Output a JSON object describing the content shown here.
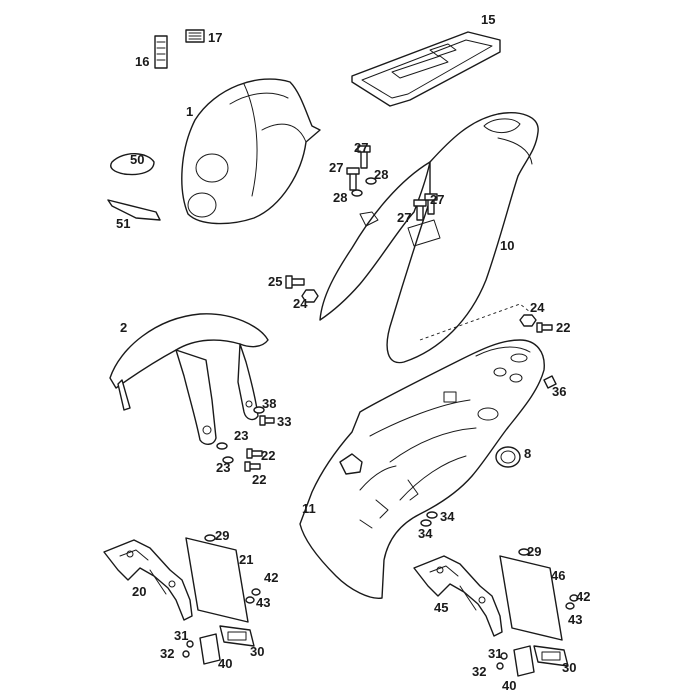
{
  "diagram": {
    "callouts": {
      "n15": "15",
      "n16": "16",
      "n17": "17",
      "n1": "1",
      "n50": "50",
      "n51": "51",
      "n27a": "27",
      "n27b": "27",
      "n28a": "28",
      "n28b": "28",
      "n27c": "27",
      "n27d": "27",
      "n10": "10",
      "n25": "25",
      "n24a": "24",
      "n2": "2",
      "n24b": "24",
      "n22a": "22",
      "n36": "36",
      "n38": "38",
      "n33": "33",
      "n23a": "23",
      "n23b": "23",
      "n22b": "22",
      "n22c": "22",
      "n8": "8",
      "n11": "11",
      "n34a": "34",
      "n34b": "34",
      "n29a": "29",
      "n21": "21",
      "n20": "20",
      "n42a": "42",
      "n43a": "43",
      "n31a": "31",
      "n32a": "32",
      "n30a": "30",
      "n40a": "40",
      "n29b": "29",
      "n46": "46",
      "n45": "45",
      "n42b": "42",
      "n43b": "43",
      "n31b": "31",
      "n32b": "32",
      "n30b": "30",
      "n40b": "40"
    }
  }
}
